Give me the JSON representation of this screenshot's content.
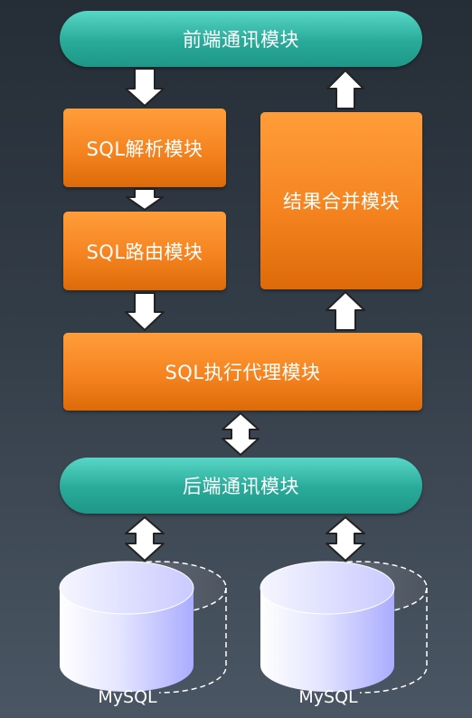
{
  "modules": {
    "frontend_comm": "前端通讯模块",
    "sql_parse": "SQL解析模块",
    "sql_route": "SQL路由模块",
    "result_merge": "结果合并模块",
    "sql_exec_proxy": "SQL执行代理模块",
    "backend_comm": "后端通讯模块"
  },
  "databases": [
    {
      "label": "MySQL"
    },
    {
      "label": "MySQL"
    }
  ],
  "colors": {
    "teal": "#2fb3a2",
    "orange": "#f58420",
    "arrow_stroke": "#222222",
    "arrow_fill": "#ffffff",
    "cylinder": "#b6b8ff"
  }
}
